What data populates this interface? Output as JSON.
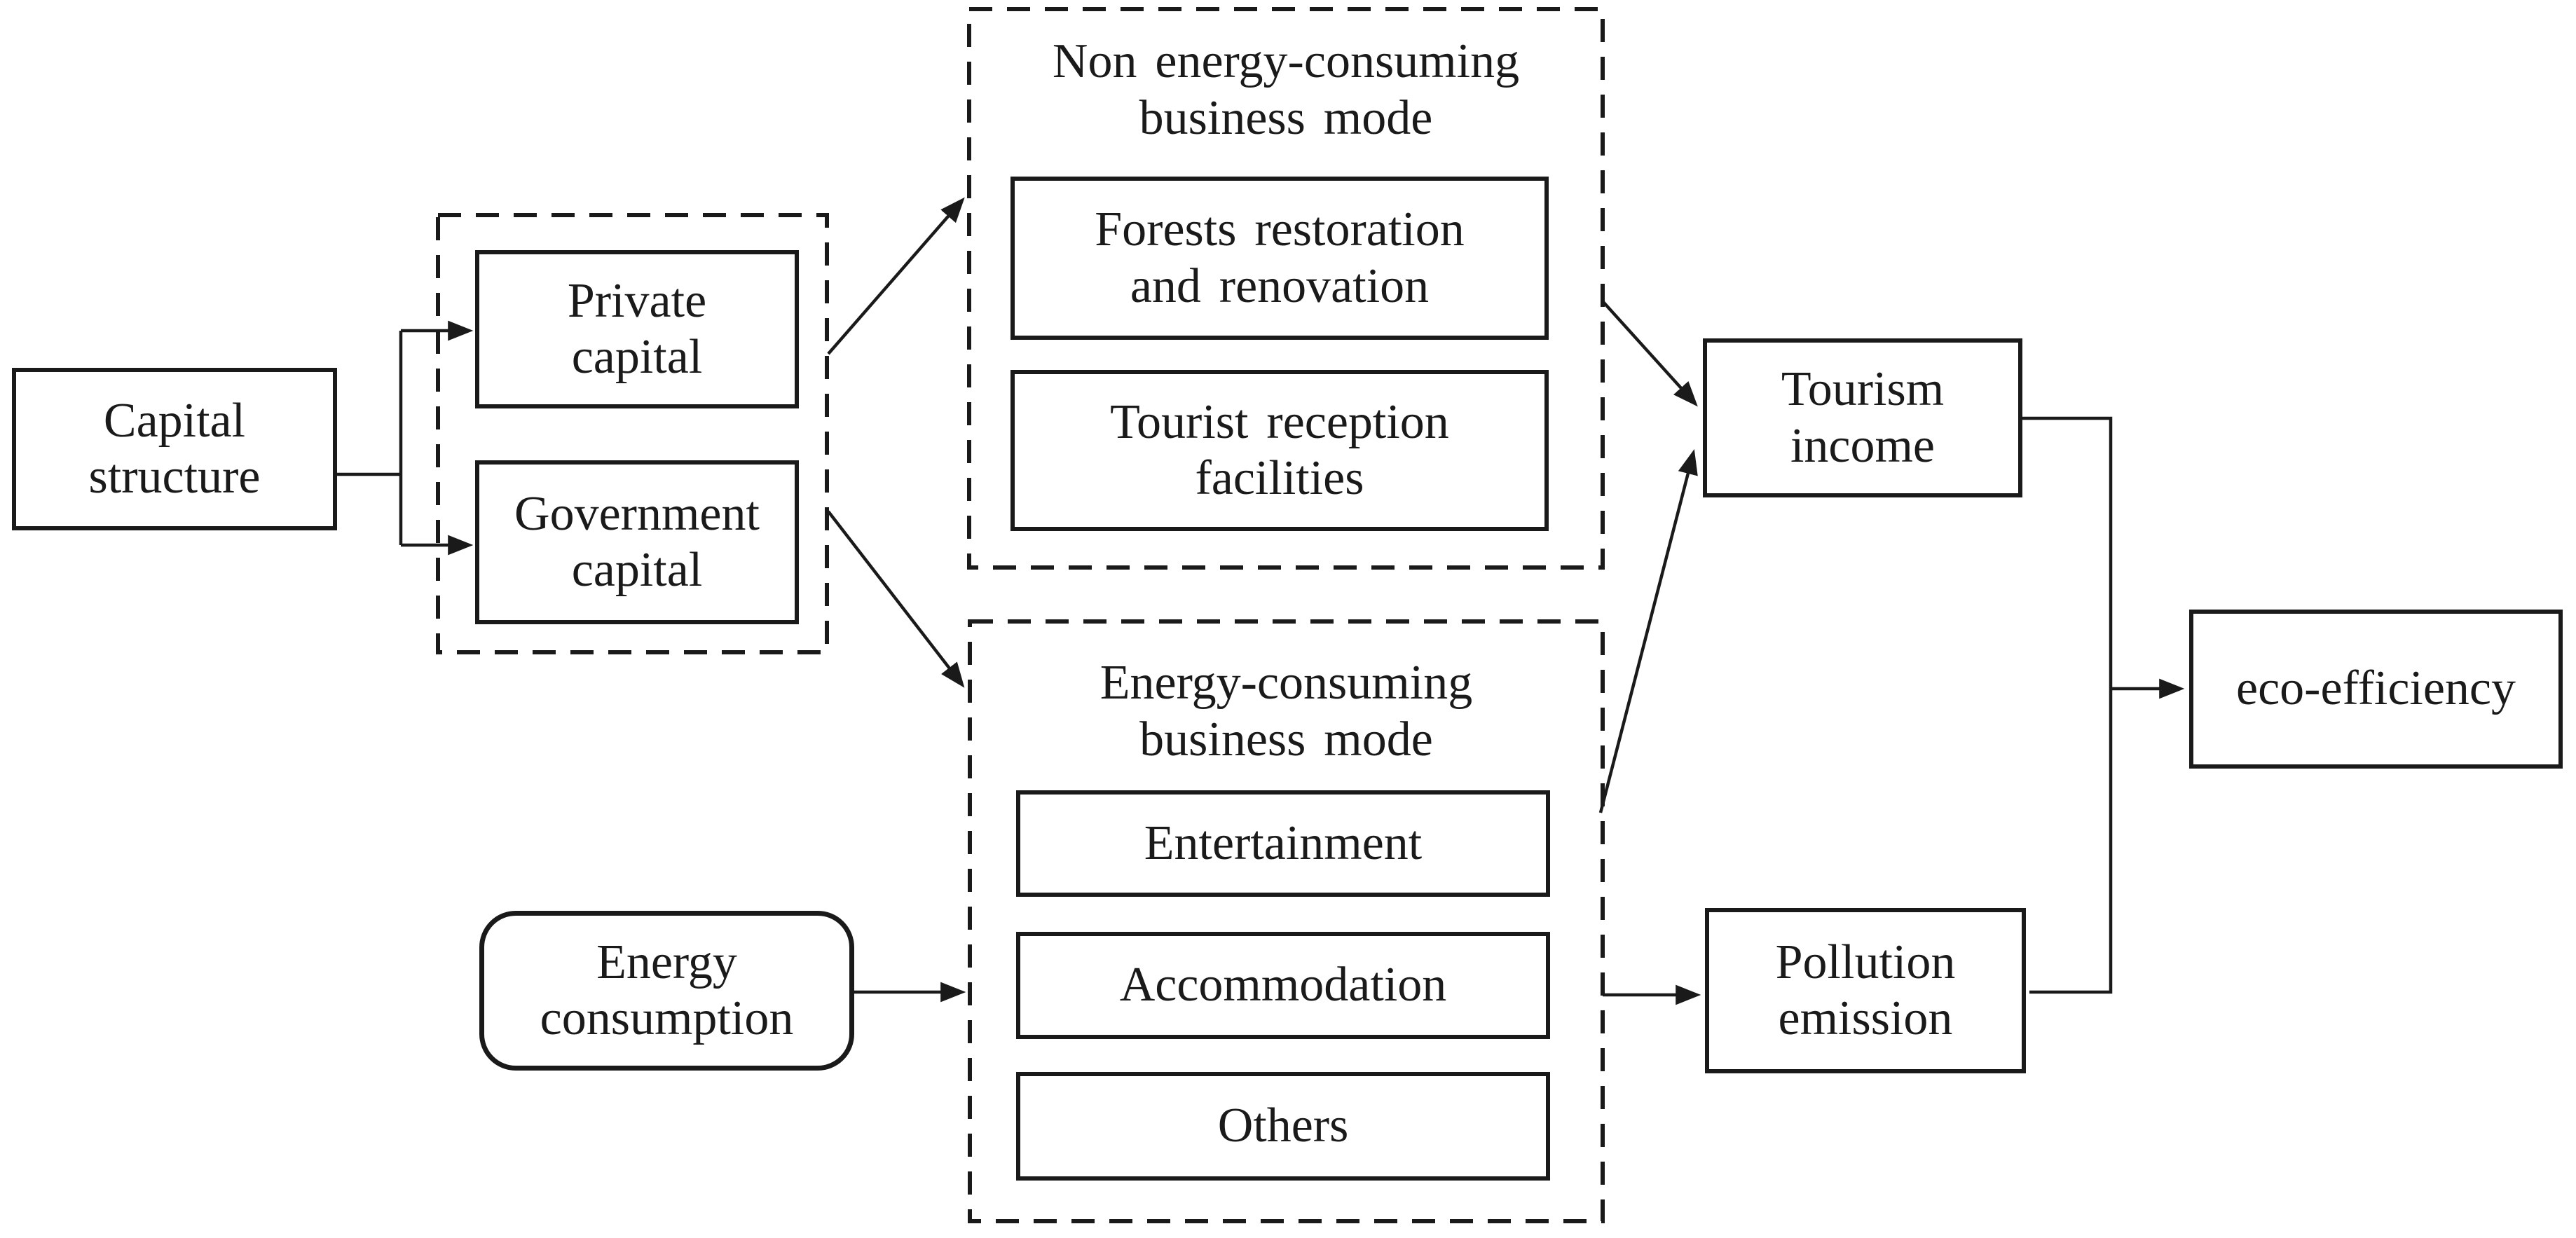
{
  "diagram": {
    "background": "#ffffff",
    "line_color": "#1a1a1a",
    "nodes": {
      "capital_structure": {
        "label": "Capital\nstructure"
      },
      "private_capital": {
        "label": "Private\ncapital"
      },
      "government_capital": {
        "label": "Government\ncapital"
      },
      "forests_restoration": {
        "label": "Forests restoration\nand renovation"
      },
      "tourist_reception": {
        "label": "Tourist reception\nfacilities"
      },
      "entertainment": {
        "label": "Entertainment"
      },
      "accommodation": {
        "label": "Accommodation"
      },
      "others": {
        "label": "Others"
      },
      "energy_consumption": {
        "label": "Energy\nconsumption"
      },
      "tourism_income": {
        "label": "Tourism\nincome"
      },
      "pollution_emission": {
        "label": "Pollution\nemission"
      },
      "eco_efficiency": {
        "label": "eco-efficiency"
      }
    },
    "groups": {
      "non_energy_group": {
        "title": "Non energy-consuming\nbusiness mode"
      },
      "energy_group": {
        "title": "Energy-consuming\nbusiness mode"
      }
    },
    "edges": [
      {
        "from": "capital_structure",
        "to": "private_capital"
      },
      {
        "from": "capital_structure",
        "to": "government_capital"
      },
      {
        "from": "capital_group",
        "to": "non_energy_group"
      },
      {
        "from": "capital_group",
        "to": "energy_group"
      },
      {
        "from": "non_energy_group",
        "to": "tourism_income"
      },
      {
        "from": "energy_group",
        "to": "tourism_income"
      },
      {
        "from": "energy_consumption",
        "to": "energy_group"
      },
      {
        "from": "energy_group",
        "to": "pollution_emission"
      },
      {
        "from": "tourism_income",
        "to": "eco_efficiency"
      },
      {
        "from": "pollution_emission",
        "to": "eco_efficiency"
      }
    ]
  }
}
